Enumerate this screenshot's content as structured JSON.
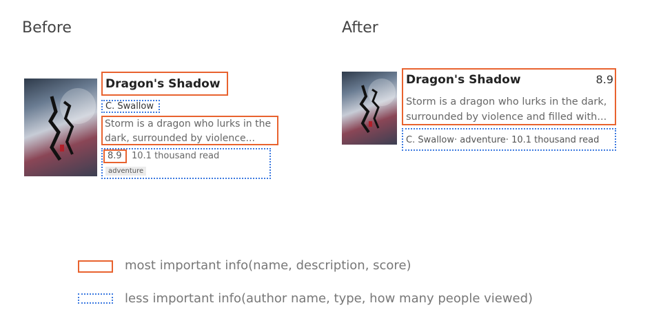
{
  "before": {
    "heading": "Before",
    "card": {
      "title": "Dragon's Shadow",
      "author": "C. Swallow",
      "description_line1": "Storm is a dragon who lurks in the",
      "description_line2": "dark, surrounded by violence...",
      "score": "8.9",
      "reads": "10.1 thousand read",
      "tag": "adventure"
    }
  },
  "after": {
    "heading": "After",
    "card": {
      "title": "Dragon's Shadow",
      "score": "8.9",
      "description_line1": "Storm is a dragon who lurks in the dark,",
      "description_line2": "surrounded by violence and filled with...",
      "meta": "C. Swallow· adventure· 10.1 thousand read"
    }
  },
  "legend": {
    "solid": {
      "text": "most important info(name, description, score)",
      "color": "#e8622e"
    },
    "dotted": {
      "text": "less important info(author name, type, how many people viewed)",
      "color": "#3a78e0"
    }
  }
}
